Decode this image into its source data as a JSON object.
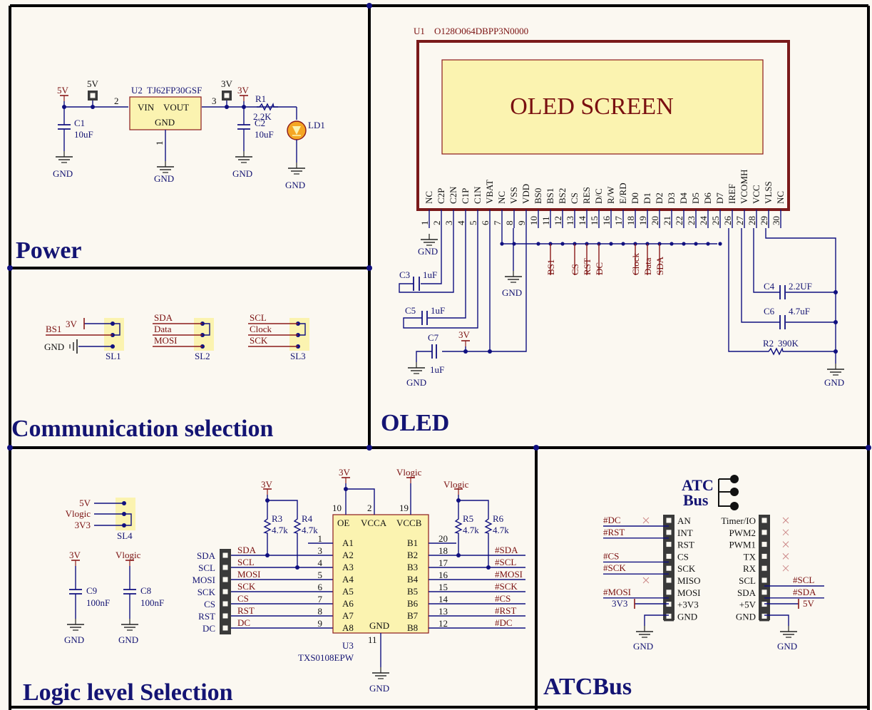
{
  "sections": {
    "power": "Power",
    "comm": "Communication selection",
    "oled": "OLED",
    "logic": "Logic level Selection",
    "atcbus": "ATCBus"
  },
  "power": {
    "u2_ref": "U2",
    "u2_part": "TJ62FP30GSF",
    "vin": "VIN",
    "vout": "VOUT",
    "gnd": "GND",
    "pin2": "2",
    "pin3": "3",
    "pin1": "1",
    "net5v_a": "5V",
    "net5v_b": "5V",
    "net3v_a": "3V",
    "net3v_b": "3V",
    "c1_ref": "C1",
    "c1_val": "10uF",
    "c2_ref": "C2",
    "c2_val": "10uF",
    "r1_ref": "R1",
    "r1_val": "2.2K",
    "ld1": "LD1",
    "gnd1": "GND",
    "gnd2": "GND",
    "gnd3": "GND",
    "gnd4": "GND"
  },
  "comm": {
    "sl1_in": "BS1",
    "sl1_3v": "3V",
    "sl1_gnd": "GND",
    "sl1": "SL1",
    "sl2_a": "SDA",
    "sl2_b": "Data",
    "sl2_c": "MOSI",
    "sl2": "SL2",
    "sl3_a": "SCL",
    "sl3_b": "Clock",
    "sl3_c": "SCK",
    "sl3": "SL3"
  },
  "oled": {
    "u1_ref": "U1",
    "u1_part": "O128O064DBPP3N0000",
    "screen": "OLED SCREEN",
    "pin_names": [
      "NC",
      "C2P",
      "C2N",
      "C1P",
      "C1N",
      "VBAT",
      "NC",
      "VSS",
      "VDD",
      "BS0",
      "BS1",
      "BS2",
      "CS",
      "RES",
      "D/C",
      "R/W",
      "E/RD",
      "D0",
      "D1",
      "D2",
      "D3",
      "D4",
      "D5",
      "D6",
      "D7",
      "IREF",
      "VCOMH",
      "VCC",
      "VLSS",
      "NC"
    ],
    "pin_numbers": [
      "1",
      "2",
      "3",
      "4",
      "5",
      "6",
      "7",
      "8",
      "9",
      "10",
      "11",
      "12",
      "13",
      "14",
      "15",
      "16",
      "17",
      "18",
      "19",
      "20",
      "21",
      "22",
      "23",
      "24",
      "25",
      "26",
      "27",
      "28",
      "29",
      "30"
    ],
    "nets": [
      "BS1",
      "CS",
      "RST",
      "DC",
      "Clock",
      "Data",
      "SDA"
    ],
    "c3_ref": "C3",
    "c3_val": "1uF",
    "c5_ref": "C5",
    "c5_val": "1uF",
    "c7_ref": "C7",
    "c7_val": "1uF",
    "c4_ref": "C4",
    "c4_val": "2.2UF",
    "c6_ref": "C6",
    "c6_val": "4.7uF",
    "r2_ref": "R2",
    "r2_val": "390K",
    "net3v": "3V",
    "gnd1": "GND",
    "gnd2": "GND",
    "gnd3": "GND",
    "gnd4": "GND"
  },
  "logic": {
    "sl4_labels": [
      "5V",
      "Vlogic",
      "3V3"
    ],
    "sl4": "SL4",
    "c9_net": "3V",
    "c9_ref": "C9",
    "c9_val": "100nF",
    "c9_gnd": "GND",
    "c8_net": "Vlogic",
    "c8_ref": "C8",
    "c8_val": "100nF",
    "c8_gnd": "GND",
    "r3_ref": "R3",
    "r3_val": "4.7k",
    "r4_ref": "R4",
    "r4_val": "4.7k",
    "r5_ref": "R5",
    "r5_val": "4.7k",
    "r6_ref": "R6",
    "r6_val": "4.7k",
    "net3v_r": "3V",
    "net3v_u": "3V",
    "net_vlogic_u": "Vlogic",
    "net_vlogic_r": "Vlogic",
    "u3_ref": "U3",
    "u3_part": "TXS0108EPW",
    "oe": "OE",
    "vcca": "VCCA",
    "vccb": "VCCB",
    "gnd": "GND",
    "pin10": "10",
    "pin2": "2",
    "pin19": "19",
    "pin11": "11",
    "gnd_net": "GND",
    "header_labels": [
      "SDA",
      "SCL",
      "MOSI",
      "SCK",
      "CS",
      "RST",
      "DC"
    ],
    "a_nets": [
      "SDA",
      "SCL",
      "MOSI",
      "SCK",
      "CS",
      "RST",
      "DC"
    ],
    "a_pins": [
      "A1",
      "A2",
      "A3",
      "A4",
      "A5",
      "A6",
      "A7",
      "A8"
    ],
    "a_nums": [
      "1",
      "3",
      "4",
      "5",
      "6",
      "7",
      "8",
      "9"
    ],
    "b_pins": [
      "B1",
      "B2",
      "B3",
      "B4",
      "B5",
      "B6",
      "B7",
      "B8"
    ],
    "b_nums": [
      "20",
      "18",
      "17",
      "16",
      "15",
      "14",
      "13",
      "12"
    ],
    "b_nets": [
      "#SDA",
      "#SCL",
      "#MOSI",
      "#SCK",
      "#CS",
      "#RST",
      "#DC"
    ]
  },
  "atcbus": {
    "symbol_l1": "ATC",
    "symbol_l2": "Bus",
    "left_pins": [
      "AN",
      "INT",
      "RST",
      "CS",
      "SCK",
      "MISO",
      "MOSI",
      "+3V3",
      "GND"
    ],
    "right_pins": [
      "Timer/IO",
      "PWM2",
      "PWM1",
      "TX",
      "RX",
      "SCL",
      "SDA",
      "+5V",
      "GND"
    ],
    "left_nets": [
      "#DC",
      "#RST",
      "#CS",
      "#SCK",
      "#MOSI"
    ],
    "right_nets": [
      "#SCL",
      "#SDA"
    ],
    "net3v3": "3V3",
    "net5v": "5V",
    "gnd_l": "GND",
    "gnd_r": "GND"
  },
  "colors": {
    "background": "#fbf8f1",
    "frame": "#000000",
    "title": "#141473",
    "net_label": "#7a1010",
    "wire": "#101080",
    "component_fill": "#fbf3b0",
    "screen_border": "#7a1a1a"
  }
}
